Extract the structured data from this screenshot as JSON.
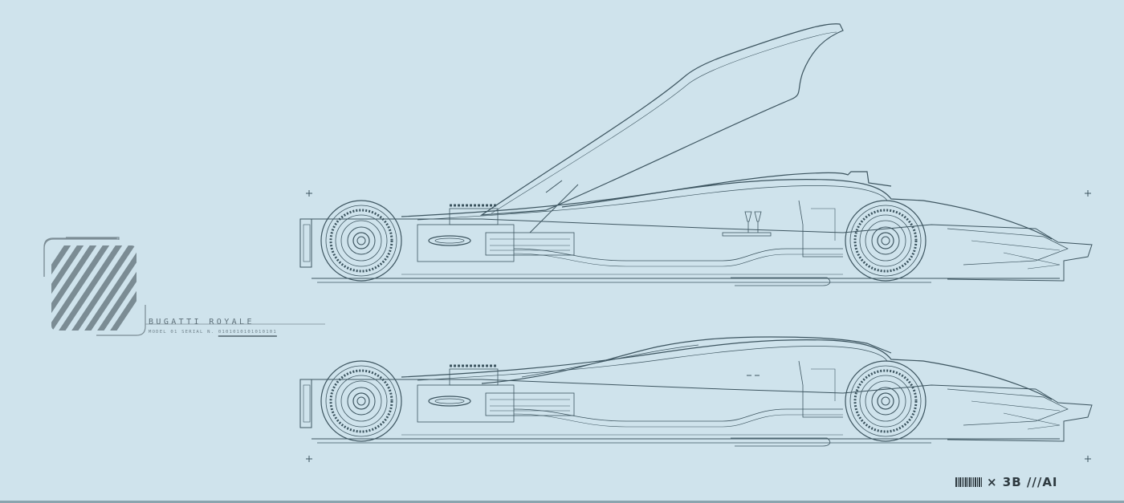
{
  "badge": {
    "car_name": "BUGATTI ROYALE",
    "model_prefix": "MODEL 01 SERIAL N.",
    "serial_number": "0101010101010101"
  },
  "logo": {
    "text": "× 3B ///AI"
  },
  "colors": {
    "background": "#cfe3ec",
    "line": "#3d5560",
    "accent": "#7b8c94"
  },
  "icons": [
    "striped-square-badge-icon",
    "barcode-icon",
    "crosshair-marker-icon"
  ]
}
